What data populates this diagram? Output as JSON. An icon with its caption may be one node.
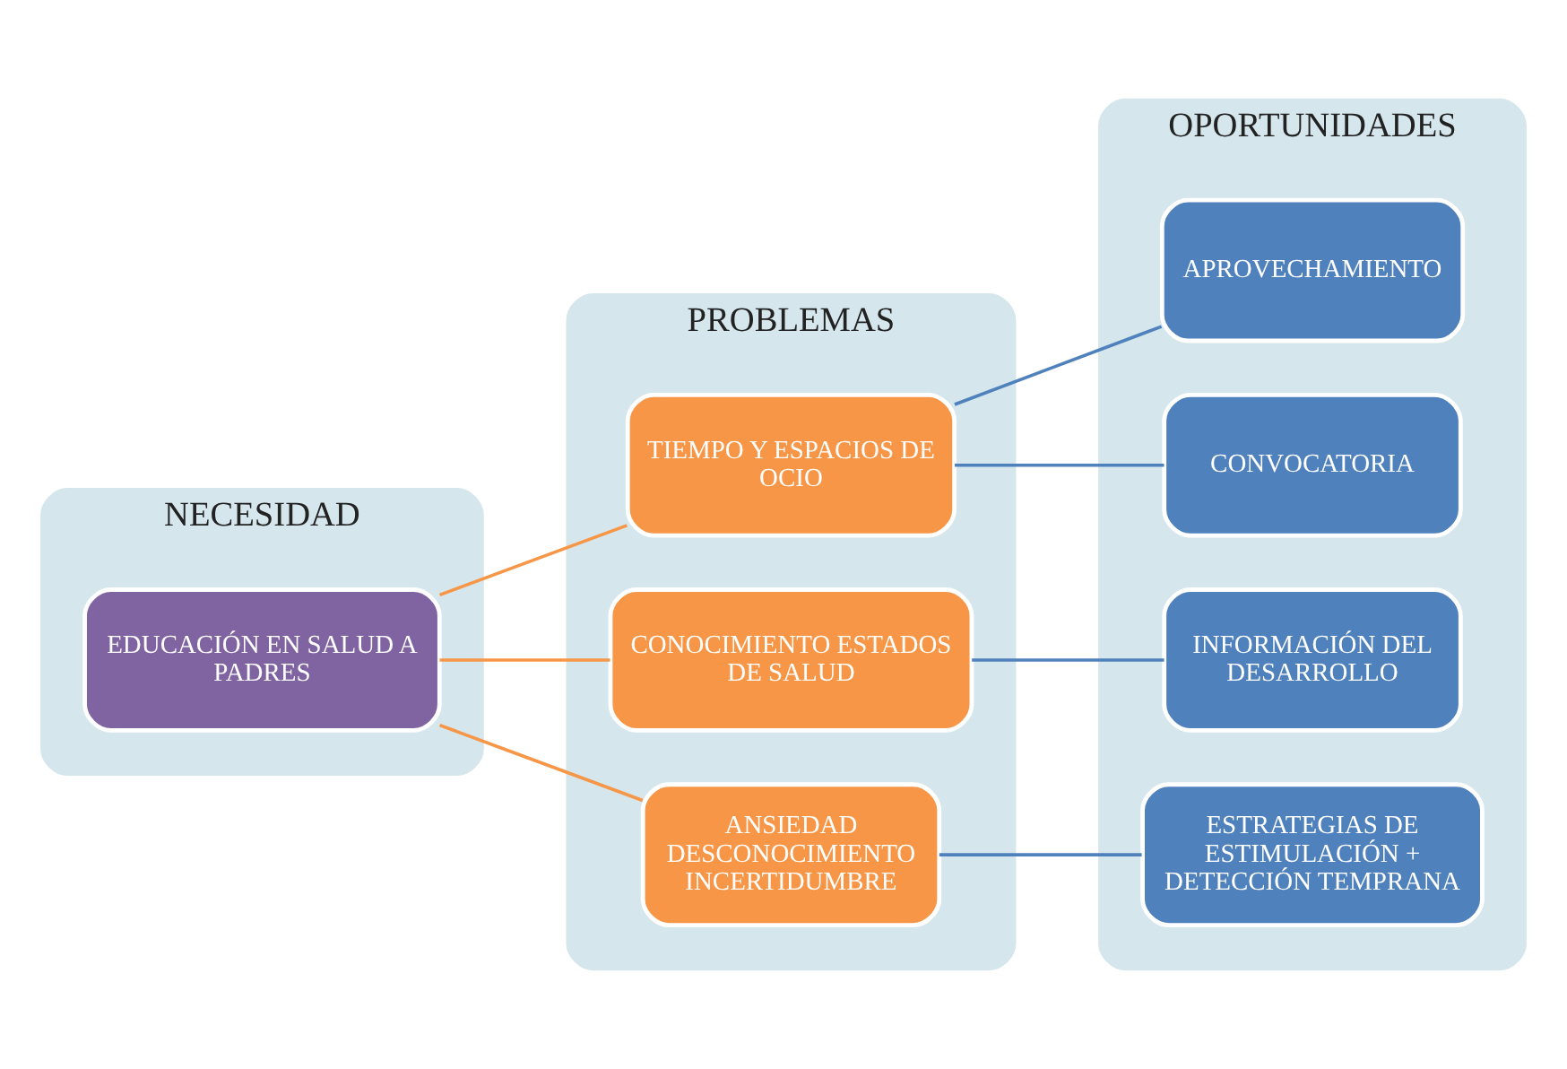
{
  "diagram": {
    "nodes": [
      {
        "text": [
          "NECESIDAD"
        ]
      },
      {
        "text": [
          "PROBLEMAS"
        ]
      },
      {
        "text": [
          "OPORTUNIDADES"
        ]
      },
      {
        "text": [
          "EDUCACIÓN EN SALUD A PADRES"
        ],
        "in": 0
      },
      {
        "text": [
          "TIEMPO Y ESPACIOS DE OCIO"
        ],
        "in": 1
      },
      {
        "text": [
          "CONOCIMIENTO ESTADOS DE SALUD"
        ],
        "in": 1
      },
      {
        "text": [
          "ANSIEDAD DESCONOCIMIENTO INCERTIDUMBRE"
        ],
        "in": 1
      },
      {
        "text": [
          "APROVECHAMIENTO"
        ],
        "in": 2
      },
      {
        "text": [
          "CONVOCATORIA"
        ],
        "in": 2
      },
      {
        "text": [
          "INFORMACIÓN DEL DESARROLLO"
        ],
        "in": 2
      },
      {
        "text": [
          "ESTRATEGIAS DE ESTIMULACIÓN + DETECCIÓN TEMPRANA"
        ],
        "in": 2
      }
    ],
    "edges": [
      {
        "from": 3,
        "to": 4,
        "arrow": "none",
        "color": "#f79646"
      },
      {
        "from": 3,
        "to": 5,
        "arrow": "none",
        "color": "#f79646"
      },
      {
        "from": 3,
        "to": 6,
        "arrow": "none",
        "color": "#f79646"
      },
      {
        "from": 4,
        "to": 7,
        "arrow": "none",
        "color": "#4f81bd"
      },
      {
        "from": 4,
        "to": 8,
        "arrow": "none",
        "color": "#4f81bd"
      },
      {
        "from": 5,
        "to": 9,
        "arrow": "none",
        "color": "#4f81bd"
      },
      {
        "from": 6,
        "to": 10,
        "arrow": "none",
        "color": "#4f81bd"
      }
    ]
  }
}
